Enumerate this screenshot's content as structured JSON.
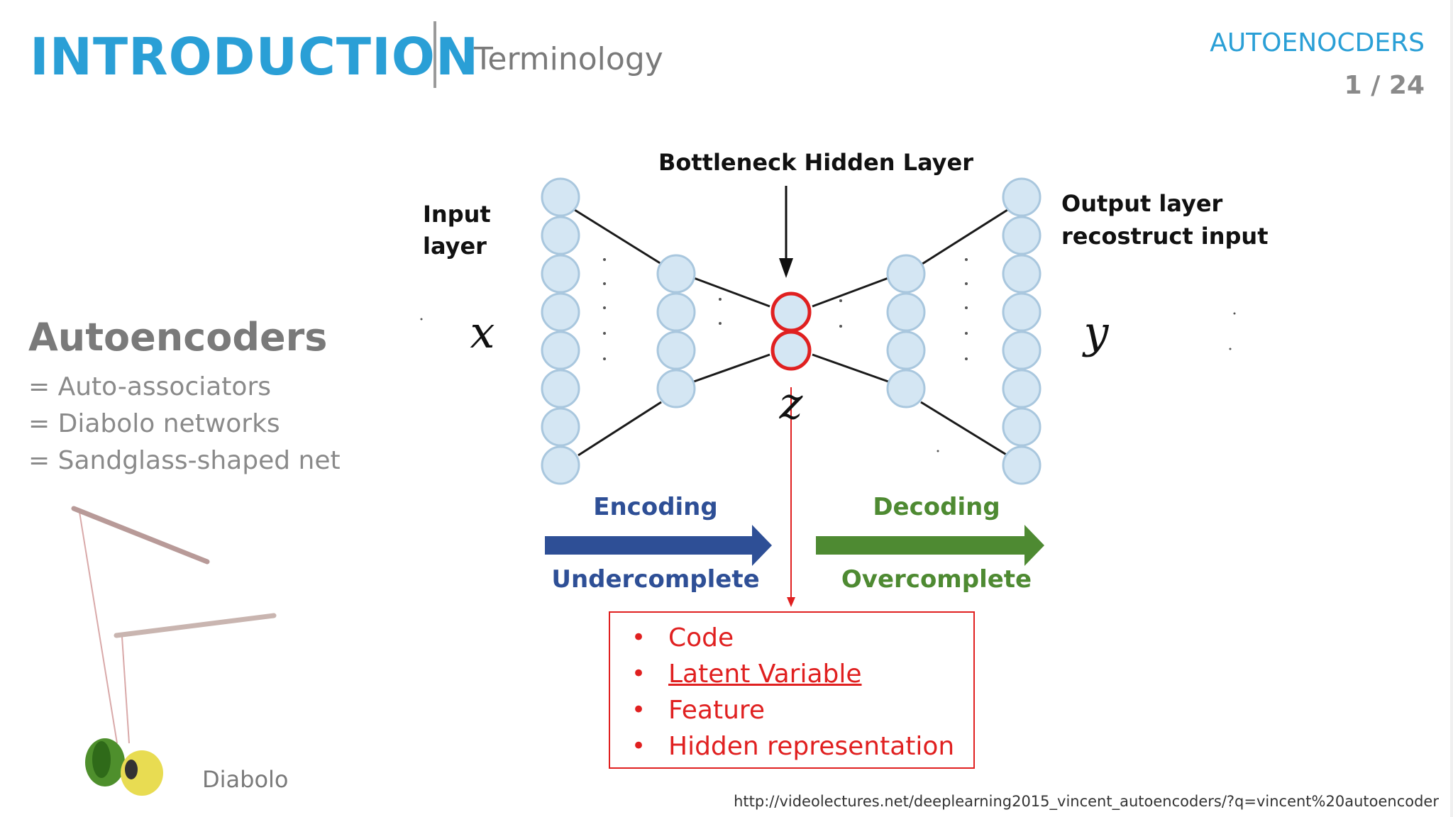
{
  "header": {
    "title": "INTRODUCTION",
    "subtitle": "Terminology",
    "course": "AUTOENOCDERS",
    "page": "1 / 24"
  },
  "left": {
    "heading": "Autoencoders",
    "synonyms": [
      "= Auto-associators",
      "= Diabolo networks",
      "= Sandglass-shaped net"
    ],
    "image_caption": "Diabolo"
  },
  "diagram": {
    "bottleneck_label": "Bottleneck Hidden Layer",
    "input_label_line1": "Input",
    "input_label_line2": "layer",
    "output_label_line1": "Output layer",
    "output_label_line2": "recostruct input",
    "input_symbol": "x",
    "output_symbol": "y",
    "code_symbol": "z",
    "encoding_label": "Encoding",
    "undercomplete_label": "Undercomplete",
    "decoding_label": "Decoding",
    "overcomplete_label": "Overcomplete",
    "code_terms": [
      "Code",
      "Latent Variable",
      "Feature",
      "Hidden representation"
    ],
    "colors": {
      "node_fill": "#d4e6f3",
      "node_stroke": "#a9c7de",
      "bottleneck": "#e02020",
      "encoding": "#2e4f96",
      "decoding": "#4e8a32"
    }
  },
  "footer": {
    "source_url": "http://videolectures.net/deeplearning2015_vincent_autoencoders/?q=vincent%20autoencoder"
  }
}
